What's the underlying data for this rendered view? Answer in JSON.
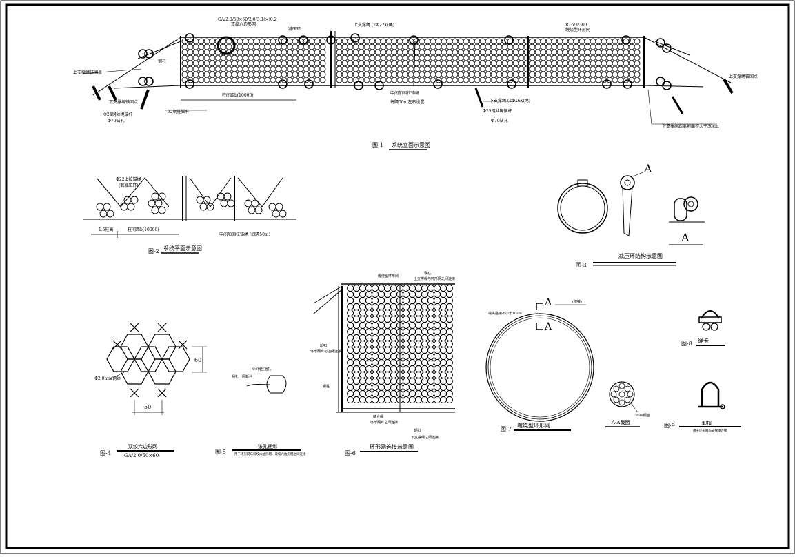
{
  "colors": {
    "background": "#ffffff",
    "ink": "#000000"
  },
  "fig1": {
    "caption": "图-1",
    "title": "系统立面示意图",
    "labels": {
      "mesh_spec": "GA/2.0/50×60/2.0/3.1(×)0.2",
      "hex_mesh": "双绞六边形网",
      "ring_net": "减压环",
      "steel_post": "钢柱",
      "upper_rope_anchor_left": "上支撑绳锚固点",
      "lower_rope_anchor": "下支撑绳锚固点",
      "anchor_bolt_left": "Φ24钢丝绳锚杆",
      "drill_hole_left": "Φ70钻孔",
      "post_anchor": "32钢柱锚杆",
      "post_spacing": "柱间距b(10000)",
      "upper_rope": "上支撑绳 (2Φ22双绳)",
      "mid_anchor": "中间加固拉锚绳",
      "mid_anchor_note": "每隔50m左右设置",
      "ring_spec": "R16/3/300",
      "ring_net_right": "缠绕型环形网",
      "lower_rope": "下支撑绳 (2Φ16双绳)",
      "anchor_bolt_right": "Φ25钢丝绳锚杆",
      "drill_hole_right": "Φ70钻孔",
      "upper_rope_anchor_right": "上支撑绳锚固点",
      "lower_rope_height": "下支撑绳距离地面不大于30cm"
    }
  },
  "fig2": {
    "caption": "图-2",
    "title": "系统平面示意图",
    "labels": {
      "upper_anchor": "Φ22上拉锚绳",
      "upper_anchor_sub": "(若减压环)",
      "offset": "1.5柱高",
      "spacing": "柱间距b(10000)",
      "mid_anchor": "中间加固拉锚绳 (间隔50m)"
    }
  },
  "fig3": {
    "caption": "图-3",
    "title": "减压环结构示意图",
    "section_mark": "A"
  },
  "fig4": {
    "caption": "图-4",
    "title": "双绞六边形网",
    "spec": "GA/2.0/50×60",
    "wire": "Φ2.0mm钢丝",
    "dim_h": "60",
    "dim_w": "50"
  },
  "fig5": {
    "caption": "图-5",
    "title": "张孔捆绑",
    "note": "用于环形网与双绞六边形网、双绞六边形网之间连接",
    "label_a": "Φ2钢丝捆扎",
    "label_b": "捆扎一圈断丝"
  },
  "fig6": {
    "caption": "图-6",
    "title": "环形网连接示意图",
    "labels": {
      "ring_net": "缠绕型环形网",
      "steel_post": "钢柱",
      "upper_link": "上支撑绳与环形网之间连接",
      "tie1": "卸扣",
      "tie1_note": "环形网片与边绳连接",
      "base": "钢柱",
      "tie2": "缝合绳",
      "tie2_note": "环形网片之间连接",
      "shackle": "卸扣",
      "lower_link": "下支撑绳之间连接"
    }
  },
  "fig7": {
    "caption": "图-7",
    "title": "缠绕型环形网",
    "overlap": "端头搭接不小于10cm",
    "section_mark": "A",
    "tag": "(塔接)"
  },
  "fig_aa": {
    "title": "A-A截面",
    "wire": "3mm钢丝"
  },
  "fig8": {
    "caption": "图-8",
    "title": "绳卡"
  },
  "fig9": {
    "caption": "图-9",
    "title": "卸扣",
    "note": "用于环形网与支撑绳连接"
  }
}
